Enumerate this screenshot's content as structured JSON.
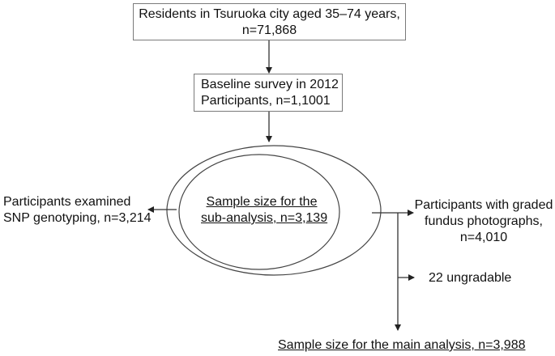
{
  "diagram": {
    "type": "flowchart",
    "nodes": {
      "population": {
        "line1": "Residents in Tsuruoka city aged 35–74 years,",
        "line2": "n=71,868"
      },
      "baseline": {
        "line1": "Baseline survey in 2012",
        "line2": "Participants, n=1,1001"
      },
      "snp": {
        "line1": "Participants examined",
        "line2": "SNP genotyping, n=3,214"
      },
      "sub_analysis": {
        "line1": "Sample size for the",
        "line2": "sub-analysis, n=3,139"
      },
      "fundus": {
        "line1": "Participants with graded",
        "line2": "fundus photographs,",
        "line3": "n=4,010"
      },
      "ungradable": {
        "text": "22 ungradable"
      },
      "main_analysis": {
        "text": "Sample size for the main analysis, n=3,988"
      }
    },
    "colors": {
      "line": "#333333",
      "box_border": "#7a7a7a",
      "text": "#111111"
    }
  }
}
